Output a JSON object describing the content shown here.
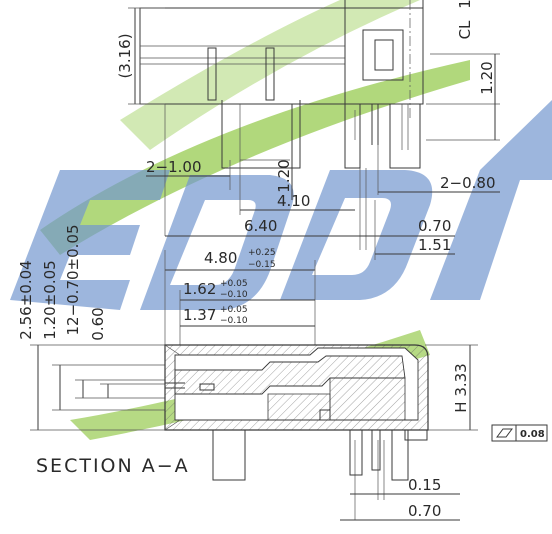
{
  "dims": {
    "d316": "(3.16)",
    "cl": "CL",
    "cl_num": "1",
    "d120_top": "1.20",
    "d2_100": "2−1.00",
    "d120_mid": "1.20",
    "d410": "4.10",
    "d2_080": "2−0.80",
    "d640": "6.40",
    "d070_top": "0.70",
    "d151": "1.51",
    "d480": "4.80",
    "d480_up": "+0.25",
    "d480_dn": "−0.15",
    "d162": "1.62",
    "d162_up": "+0.05",
    "d162_dn": "−0.10",
    "d137": "1.37",
    "d137_up": "+0.05",
    "d137_dn": "−0.10",
    "d256": "2.56±0.04",
    "d120_05": "1.20±0.05",
    "d12_070": "12−0.70±0.05",
    "d060": "0.60",
    "h333": "H 3.33",
    "flatness": "0.08",
    "d015": "0.15",
    "d070_bot": "0.70"
  },
  "section_label": "SECTION A−A",
  "colors": {
    "watermark_blue": "#5b86c7",
    "watermark_green": "#7fbf3a",
    "line": "#3a3a3a"
  }
}
